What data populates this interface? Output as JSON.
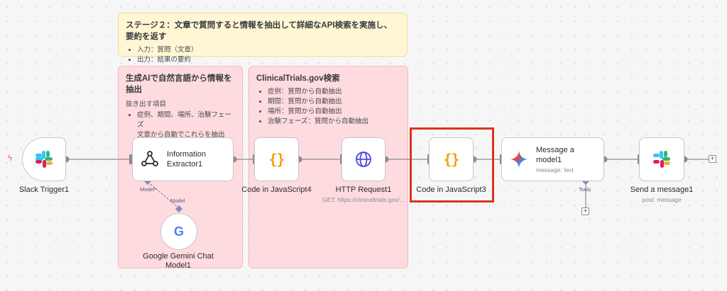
{
  "notes": {
    "stage2": {
      "title": "ステージ２：文章で質問すると情報を抽出して詳細なAPI検索を実施し、要約を返す",
      "items": [
        "入力：質問（文章）",
        "出力：結果の要約"
      ]
    },
    "extract": {
      "title": "生成AIで自然言語から情報を抽出",
      "intro": "抜き出す項目",
      "item": "症例、期間、場所、治験フェーズ",
      "item_cont": "文章から自動でこれらを抽出"
    },
    "ctgov": {
      "title": "ClinicalTrials.gov検索",
      "items": [
        "症例：質問から自動抽出",
        "期間：質問から自動抽出",
        "場所：質問から自動抽出",
        "治験フェーズ：質問から自動抽出"
      ]
    }
  },
  "nodes": {
    "slack_trigger": {
      "label": "Slack Trigger1",
      "icon": "slack-icon"
    },
    "info_extractor": {
      "label": "Information Extractor1",
      "icon": "extractor-icon"
    },
    "code4": {
      "label": "Code in JavaScript4",
      "icon": "code-braces-icon"
    },
    "http": {
      "label": "HTTP Request1",
      "sub": "GET: https://clinicaltrials.gov/...",
      "icon": "globe-icon"
    },
    "code3": {
      "label": "Code in JavaScript3",
      "icon": "code-braces-icon"
    },
    "message_model": {
      "label": "Message a model1",
      "sub": "message: text",
      "icon": "gemini-icon"
    },
    "send_message": {
      "label": "Send a message1",
      "sub": "post: message",
      "icon": "slack-icon"
    },
    "gemini_chat": {
      "label": "Google Gemini Chat Model1",
      "icon": "google-icon"
    }
  },
  "ports": {
    "model_in": "Model*",
    "model_out": "Model",
    "tools": "Tools"
  },
  "glyphs": {
    "plus": "+",
    "brace": "{}",
    "google_g": "G",
    "bolt": "ϟ"
  },
  "colors": {
    "highlight": "#e0311f",
    "code_accent": "#f59e0b",
    "http_accent": "#4f46e5",
    "connector": "#8b8b93"
  }
}
